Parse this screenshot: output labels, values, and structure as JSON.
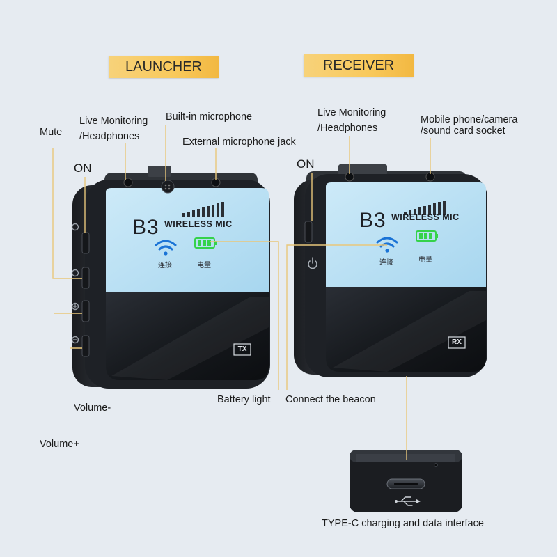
{
  "transmitter": {
    "tag": "LAUNCHER",
    "brand": "B3",
    "product": "WIRELESS MIC",
    "connect_text": "连接",
    "power_text": "电量",
    "badge": "TX",
    "callouts": {
      "mute": "Mute",
      "on": "ON",
      "live_monitoring_1": "Live Monitoring",
      "live_monitoring_2": "/Headphones",
      "builtin_mic": "Built-in microphone",
      "external_jack": "External microphone jack",
      "volume_minus": "Volume-",
      "volume_plus": "Volume+"
    }
  },
  "receiver": {
    "tag": "RECEIVER",
    "brand": "B3",
    "product": "WIRELESS MIC",
    "connect_text": "连接",
    "power_text": "电量",
    "badge": "RX",
    "callouts": {
      "on": "ON",
      "live_monitoring_1": "Live Monitoring",
      "live_monitoring_2": "/Headphones",
      "socket_1": "Mobile phone/camera",
      "socket_2": "/sound card socket"
    }
  },
  "shared_callouts": {
    "battery_light": "Battery light",
    "connect_beacon": "Connect the beacon",
    "type_c": "TYPE-C charging and data interface"
  },
  "colors": {
    "background": "#e6ebf1",
    "tag": "#f9c95b",
    "screen": "#b9e0f3",
    "body": "#23262b",
    "wifi": "#1a73d6",
    "battery": "#35d24a"
  }
}
